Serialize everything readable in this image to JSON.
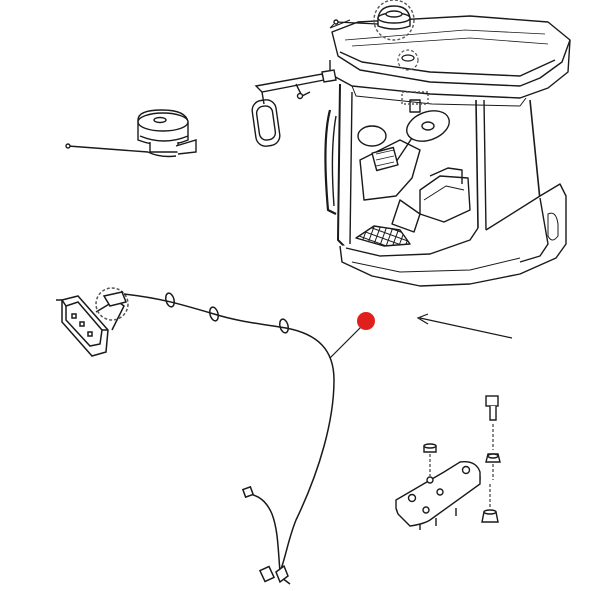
{
  "diagram": {
    "line_color": "#1a1a1a",
    "dash_color": "#555555",
    "highlight_color": "#e0201c",
    "background": "#ffffff"
  },
  "components": {
    "cab": "cab-assembly",
    "rooftop_receiver": "gps-receiver",
    "antenna_unit": "antenna-unit",
    "display": "display-monitor",
    "mirror": "side-mirror",
    "harness": "wiring-harness",
    "bracket": "mounting-bracket",
    "callout": "callout-marker"
  }
}
